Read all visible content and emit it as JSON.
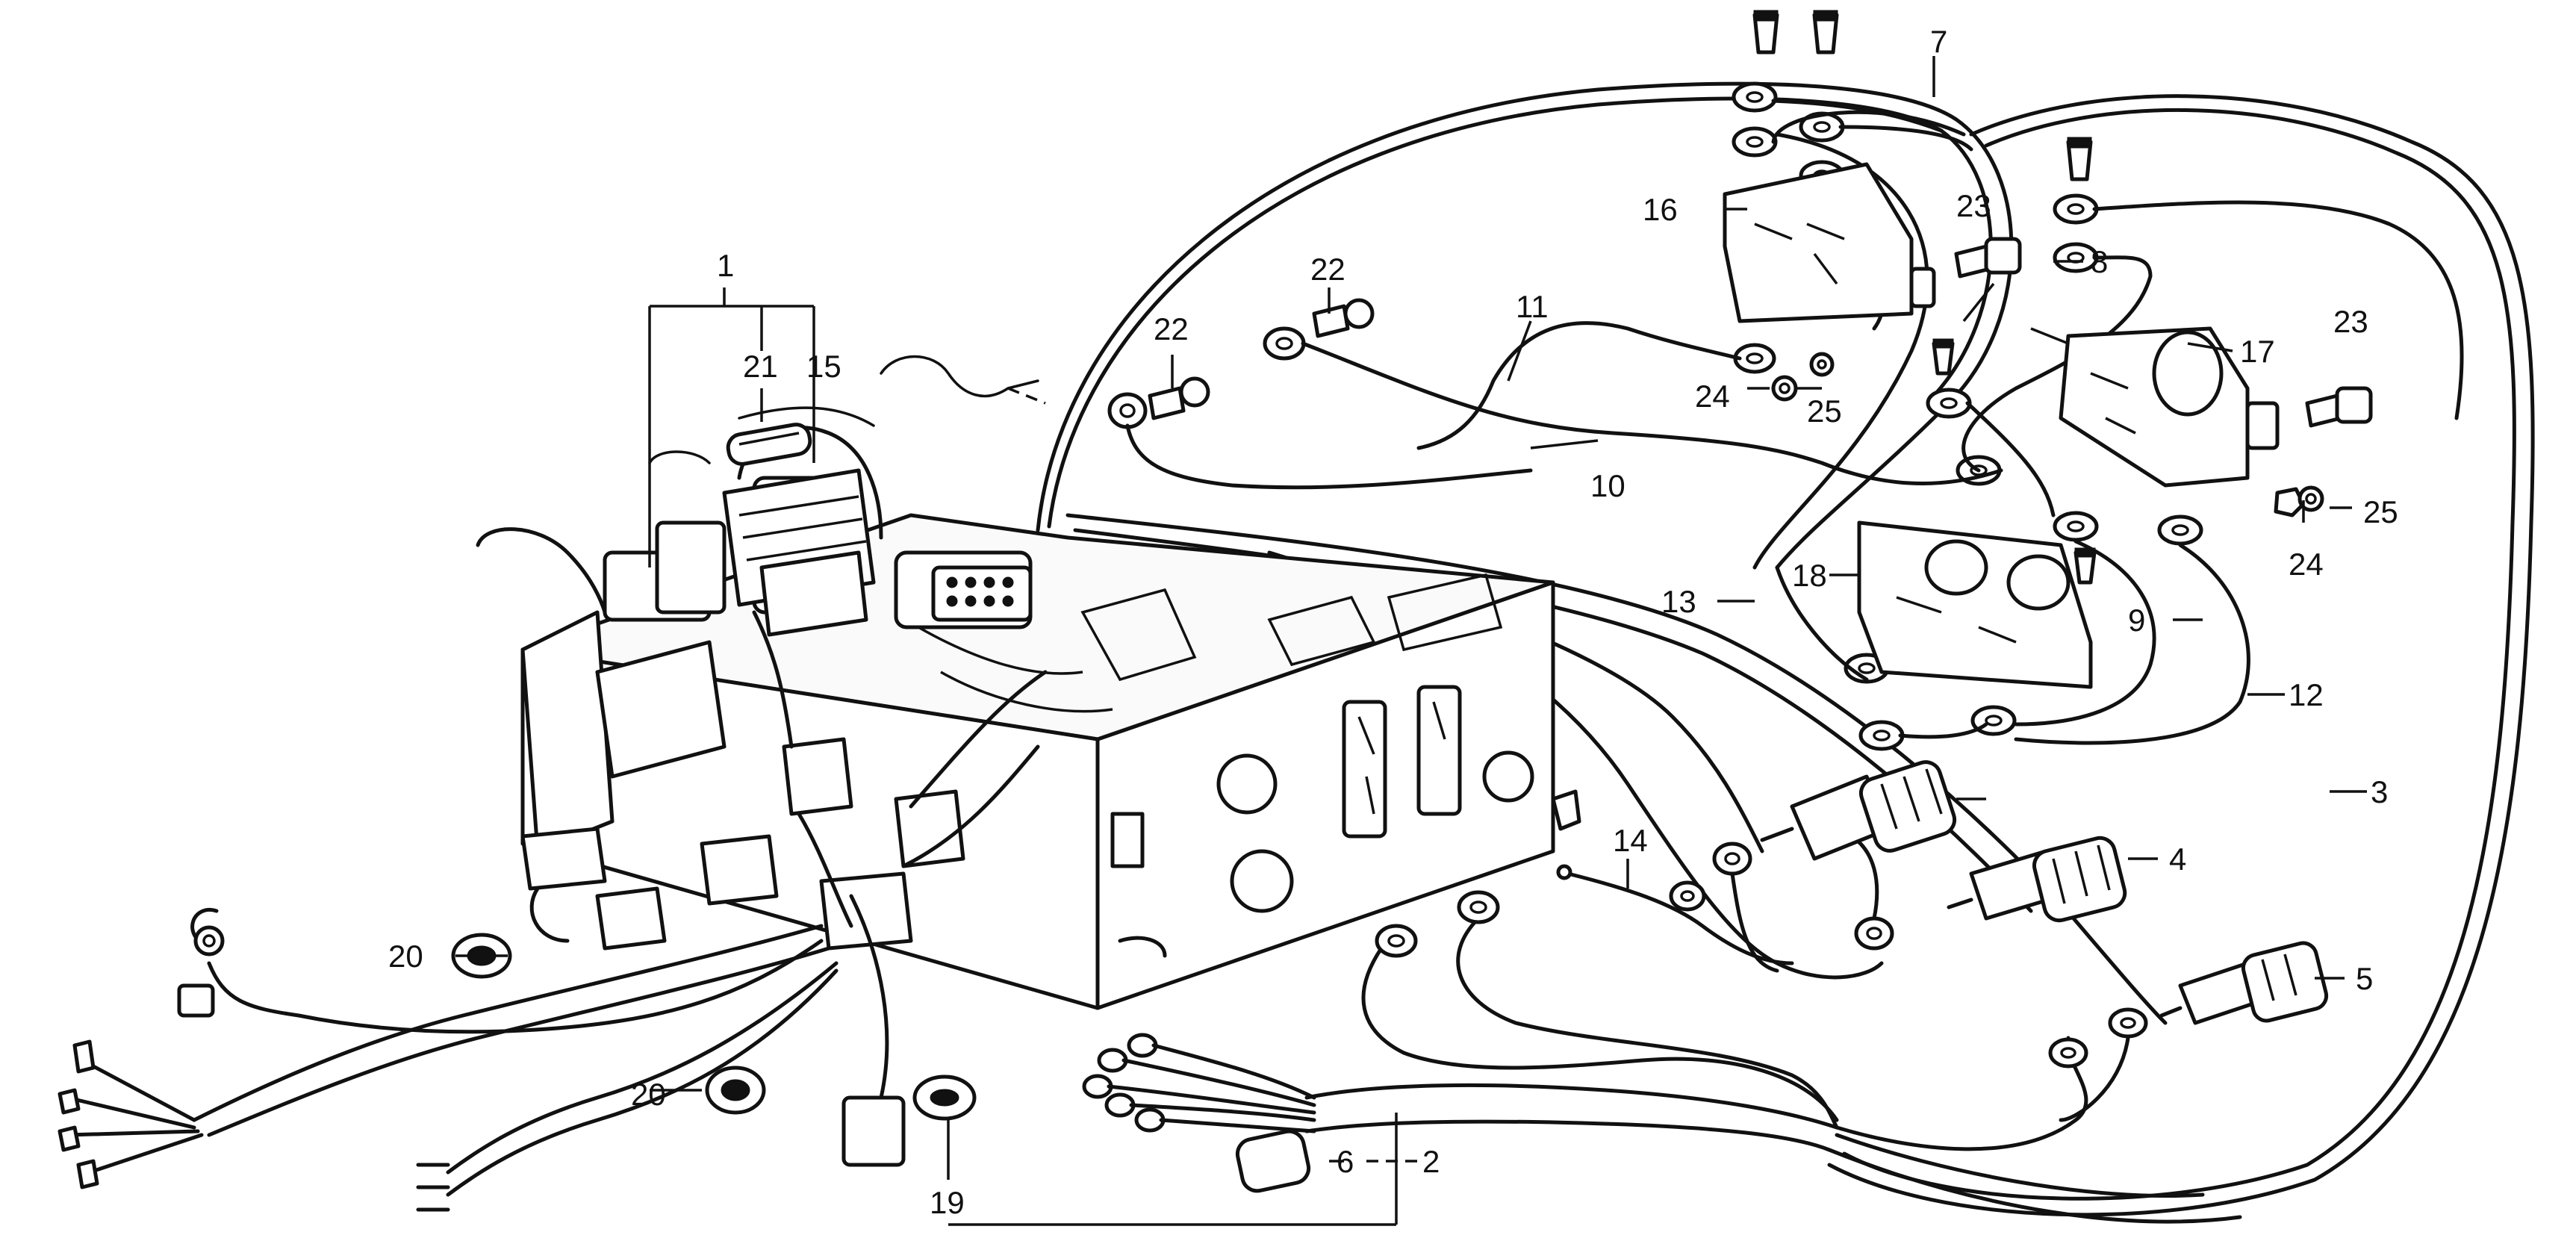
{
  "callouts": [
    "1",
    "2",
    "3",
    "4",
    "5",
    "6",
    "7",
    "8",
    "9",
    "10",
    "11",
    "12",
    "13",
    "14",
    "15",
    "16",
    "17",
    "18",
    "19",
    "20",
    "20",
    "21",
    "22",
    "22",
    "23",
    "23",
    "24",
    "24",
    "25",
    "25"
  ],
  "icons": [
    "ring-terminal-icon",
    "screw-icon",
    "connector-icon",
    "grommet-icon",
    "sensor-switch-icon",
    "relay-icon",
    "control-unit-icon"
  ]
}
